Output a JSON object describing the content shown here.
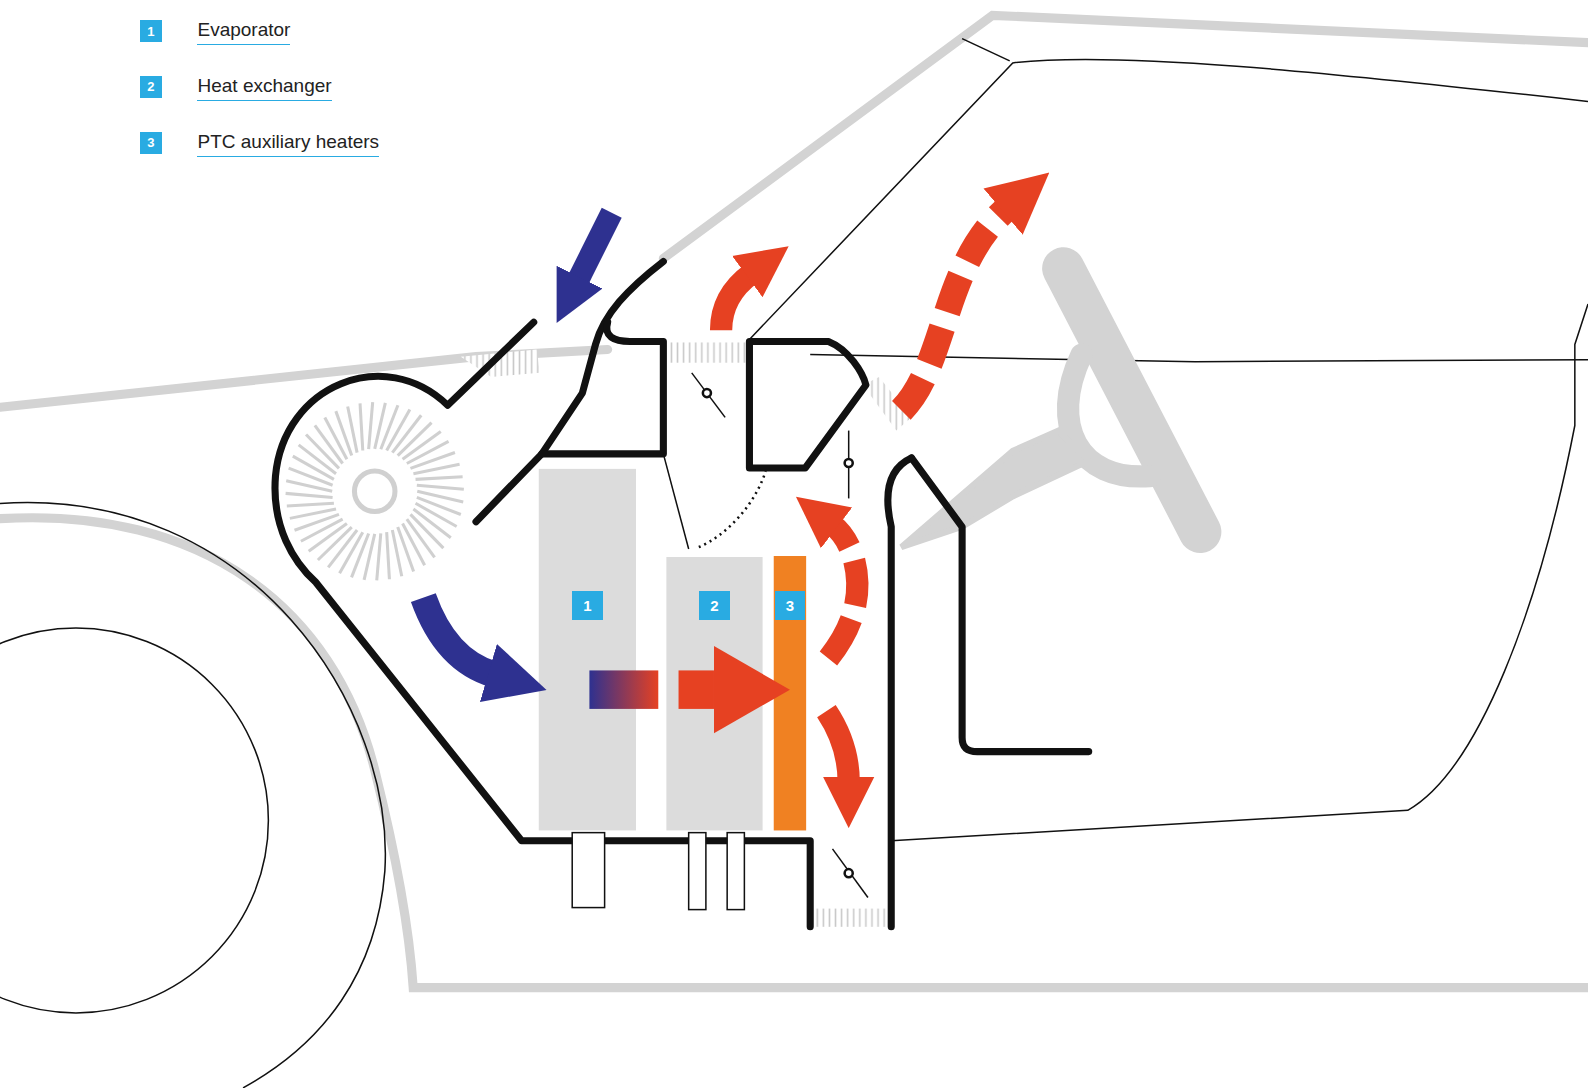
{
  "diagram": {
    "nodes": [
      {
        "text": [
          "1"
        ]
      },
      {
        "text": [
          "2"
        ]
      },
      {
        "text": [
          "3"
        ]
      }
    ],
    "edges": [
      {
        "from": 0,
        "to": 1,
        "arrow": "none"
      },
      {
        "from": 1,
        "to": 2,
        "arrow": "to"
      }
    ],
    "labels": [
      "1",
      "2",
      "3"
    ],
    "legend": [
      {
        "text": "Evaporator",
        "color": "#29abe2"
      },
      {
        "text": "Heat exchanger",
        "color": "#29abe2"
      },
      {
        "text": "PTC auxiliary heaters",
        "color": "#29abe2"
      }
    ]
  }
}
